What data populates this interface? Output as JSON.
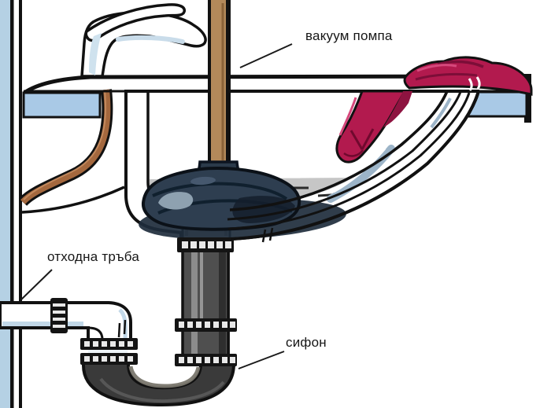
{
  "diagram": {
    "type": "sink-plumbing-cutaway",
    "labels": {
      "vacuum_pump": "вакуум помпа",
      "waste_pipe": "отходна тръба",
      "siphon": "сифон"
    }
  },
  "colors": {
    "background": "#ffffff",
    "outline": "#111111",
    "wall_blue": "#b5d1e4",
    "counter_blue": "#a9c9e6",
    "copper_pipe": "#a4683e",
    "wood_handle": "#b3895a",
    "plunger_dark": "#2e3e50",
    "water_gray": "#c6c6c6",
    "drain_gray": "#4f4f4f",
    "trap_dark": "#3a3a3a",
    "cloth_magenta": "#b21a4e"
  }
}
